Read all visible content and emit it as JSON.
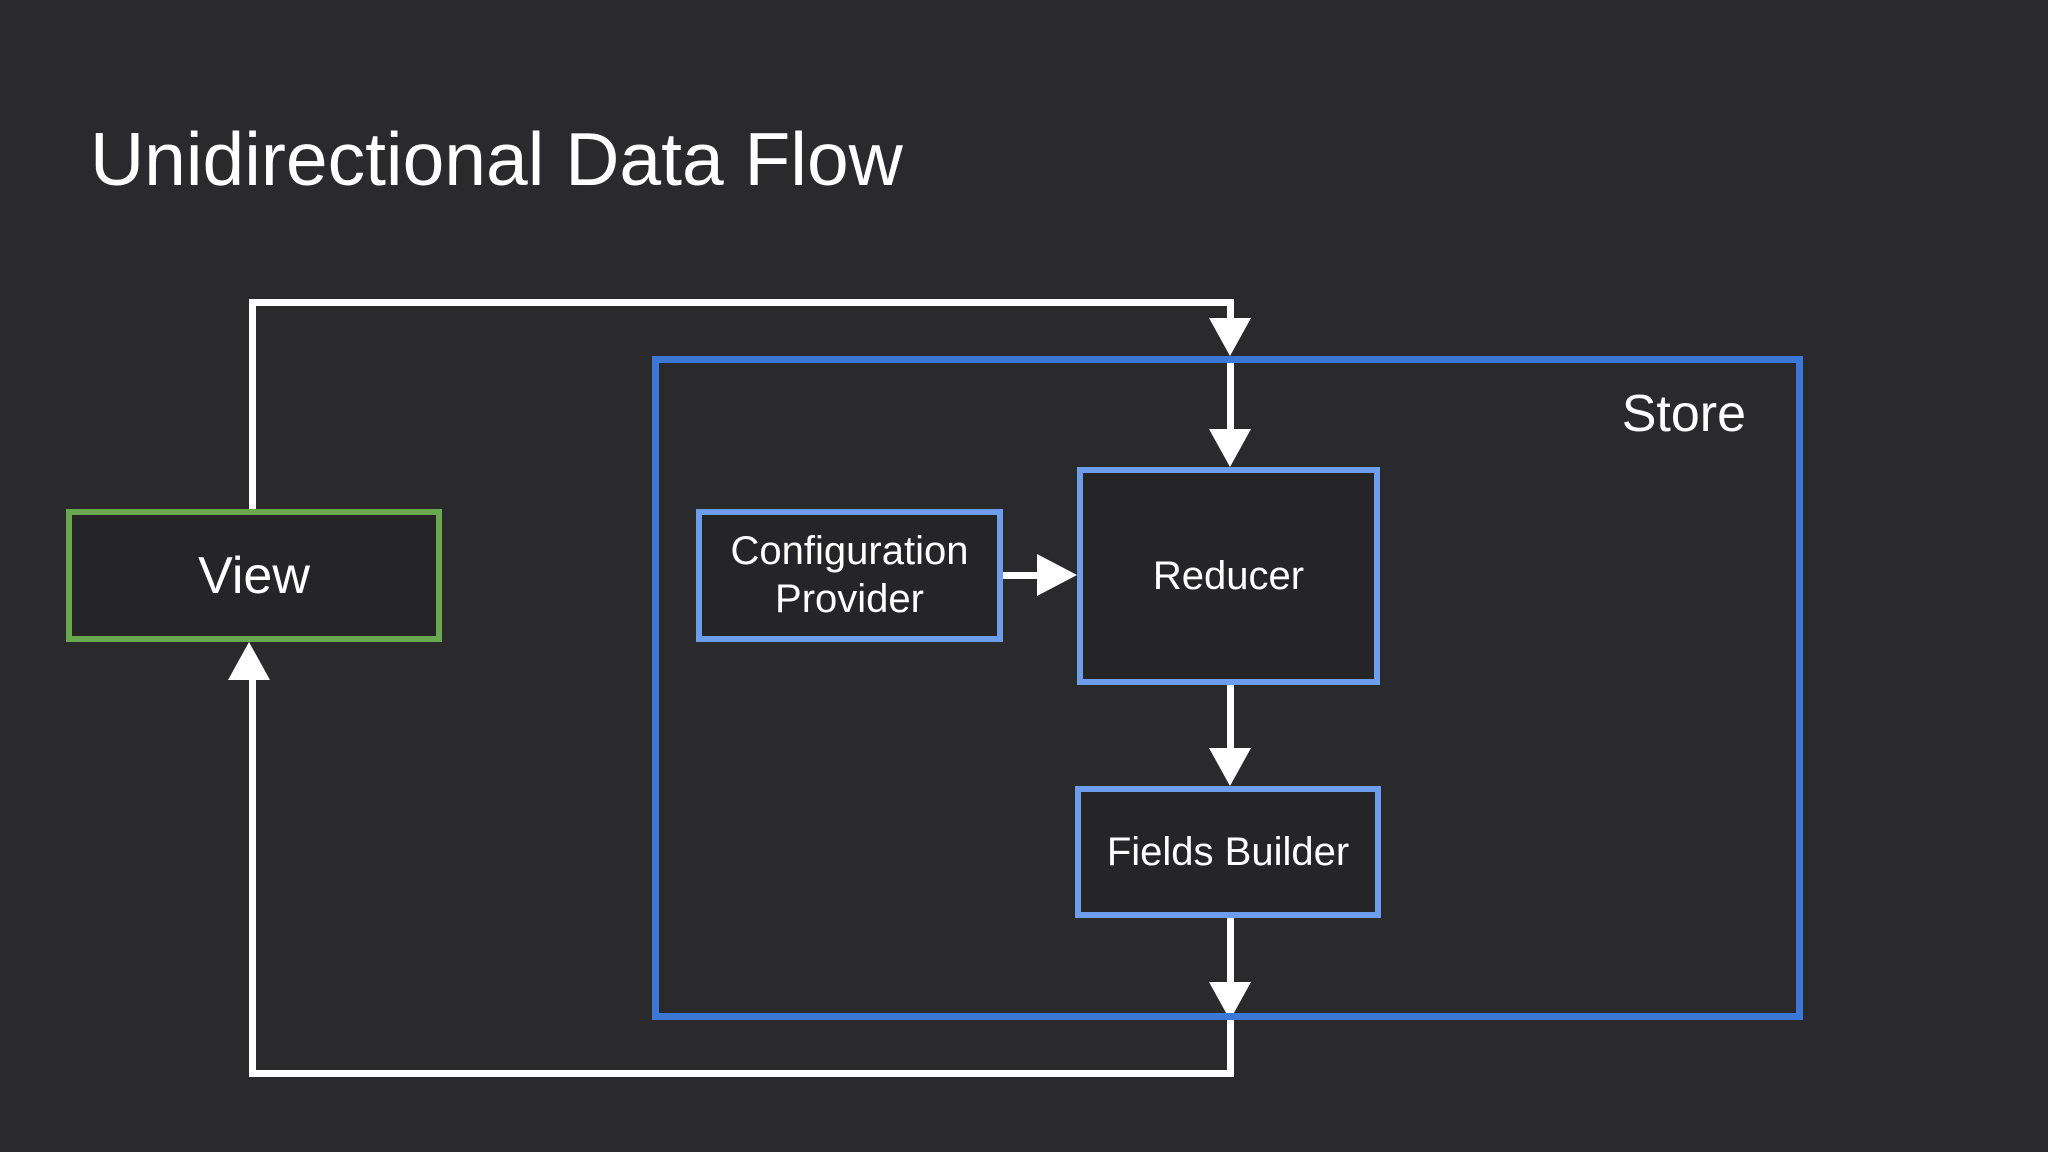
{
  "title": "Unidirectional Data Flow",
  "colors": {
    "background": "#2a2a2c",
    "text": "#ffffff",
    "connector": "#ffffff",
    "view_border": "#6aa84f",
    "store_border": "#3c78d8",
    "component_border": "#6d9eeb"
  },
  "nodes": {
    "view": {
      "label": "View"
    },
    "store": {
      "label": "Store"
    },
    "configuration_provider": {
      "label": "Configuration Provider",
      "line1": "Configuration",
      "line2": "Provider"
    },
    "reducer": {
      "label": "Reducer"
    },
    "fields_builder": {
      "label": "Fields Builder"
    }
  },
  "arrows": [
    "View -> Store (top edge)",
    "Store (top edge) -> Reducer",
    "Configuration Provider -> Reducer",
    "Reducer -> Fields Builder",
    "Fields Builder -> Store (bottom edge)",
    "Store (bottom edge) -> View"
  ]
}
